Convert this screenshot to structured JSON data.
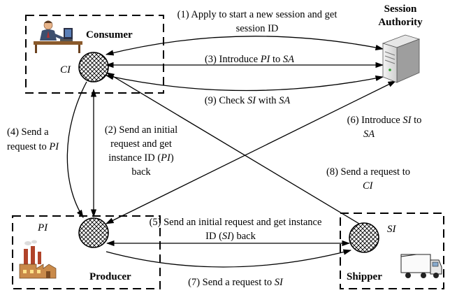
{
  "entities": {
    "consumer": {
      "label": "Consumer",
      "instance": "CI"
    },
    "session_authority": {
      "label_line1": "Session",
      "label_line2": "Authority"
    },
    "producer": {
      "label": "Producer",
      "instance": "PI"
    },
    "shipper": {
      "label": "Shipper",
      "instance": "SI"
    }
  },
  "steps": {
    "s1": {
      "line1": "(1) Apply to start a new session and get",
      "line2": "session ID"
    },
    "s2": {
      "line1": "(2) Send an initial",
      "line2": "request and get",
      "line3_pre": "instance ID  (",
      "line3_em": "PI",
      "line3_post": ")",
      "line4": "back"
    },
    "s3": {
      "pre": "(3) Introduce ",
      "em1": "PI",
      "mid": " to  ",
      "em2": "SA"
    },
    "s4": {
      "line1": "(4) Send a",
      "line2_pre": "request to ",
      "line2_em": "PI"
    },
    "s5": {
      "line1": "(5) Send an initial request  and get instance",
      "line2_pre": "ID  (",
      "line2_em": "SI",
      "line2_post": ") back"
    },
    "s6": {
      "line1_pre": "(6) Introduce ",
      "line1_em": "SI",
      "line1_post": " to",
      "line2_em": "SA"
    },
    "s7": {
      "pre": "(7) Send a request to ",
      "em": "SI"
    },
    "s8": {
      "line1": "(8) Send a request to",
      "line2_em": "CI"
    },
    "s9": {
      "pre": "(9) Check ",
      "em1": "SI",
      "mid": " with  ",
      "em2": "SA"
    }
  }
}
